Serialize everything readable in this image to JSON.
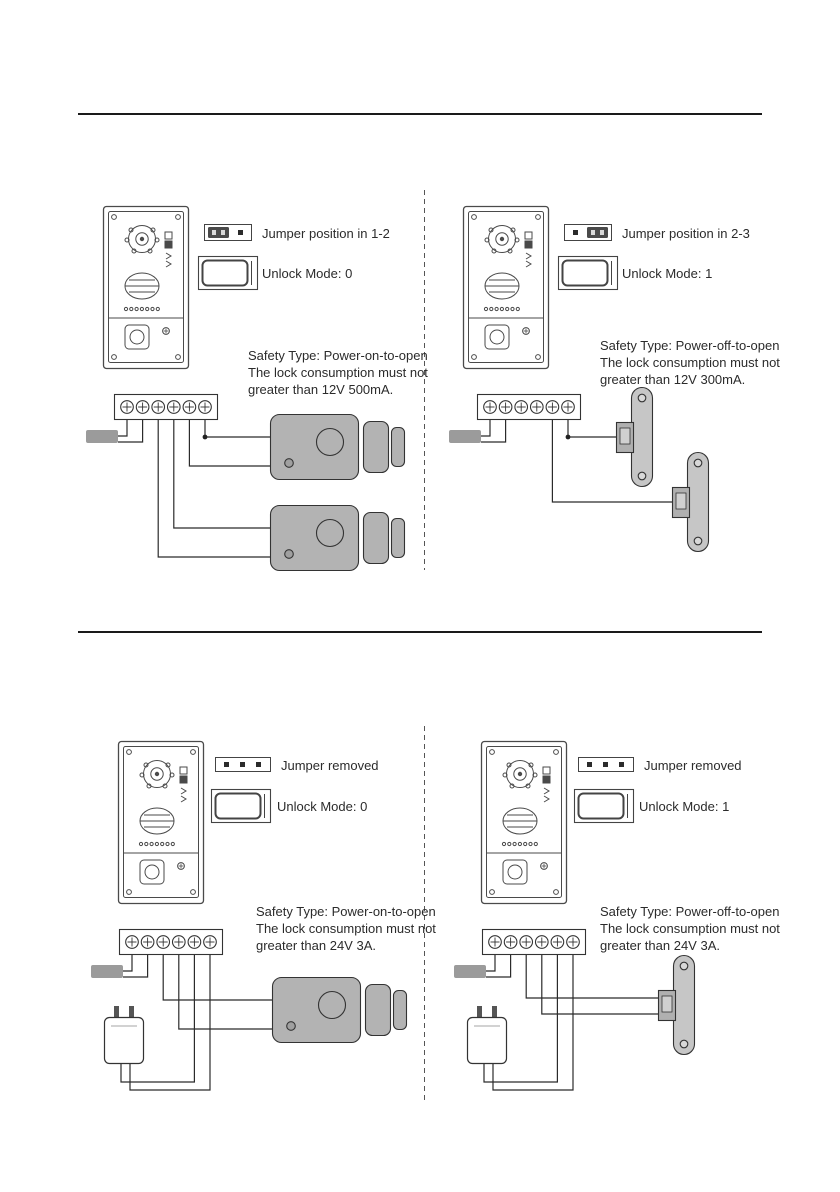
{
  "document": {
    "sections": [
      {
        "panels": [
          {
            "jumper_label": "Jumper position in 1-2",
            "unlock_mode_label": "Unlock Mode: 0",
            "safety_lines": [
              "Safety Type: Power-on-to-open",
              "The lock consumption must not",
              "greater than 12V 500mA."
            ]
          },
          {
            "jumper_label": "Jumper position in 2-3",
            "unlock_mode_label": "Unlock Mode: 1",
            "safety_lines": [
              "Safety Type: Power-off-to-open",
              "The lock consumption must not",
              "greater than 12V 300mA."
            ]
          }
        ]
      },
      {
        "panels": [
          {
            "jumper_label": "Jumper removed",
            "unlock_mode_label": "Unlock Mode: 0",
            "safety_lines": [
              "Safety Type: Power-on-to-open",
              "The lock consumption must not",
              "greater than 24V 3A."
            ]
          },
          {
            "jumper_label": "Jumper removed",
            "unlock_mode_label": "Unlock Mode: 1",
            "safety_lines": [
              "Safety Type: Power-off-to-open",
              "The lock consumption must not",
              "greater than 24V 3A."
            ]
          }
        ]
      }
    ],
    "colors": {
      "line": "#2b2b2b",
      "lock_fill": "#b3b3b3",
      "strike_fill": "#c6c6c6",
      "power_lead_fill": "#9b9b9b"
    }
  }
}
